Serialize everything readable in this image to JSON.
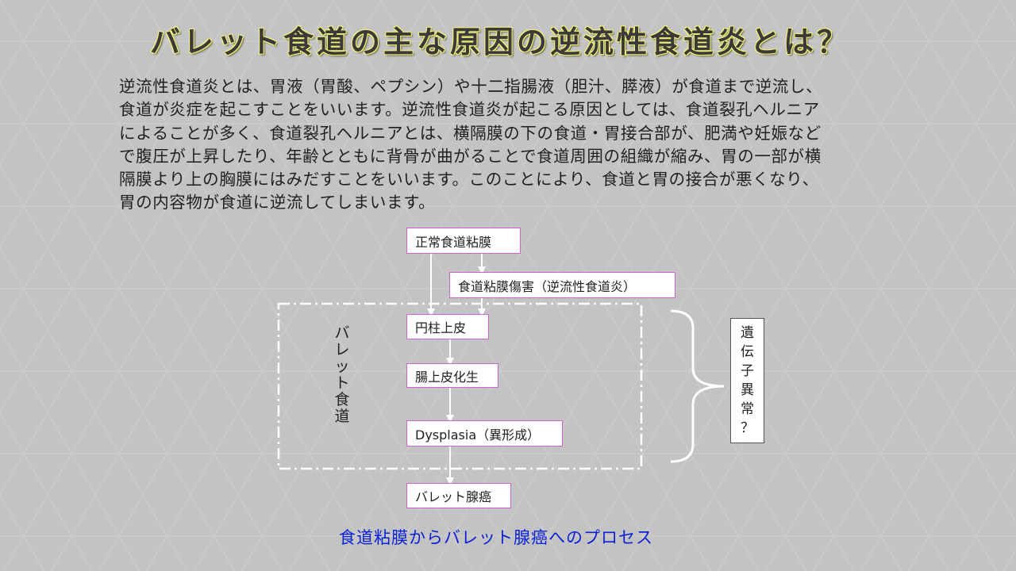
{
  "title": "バレット食道の主な原因の逆流性食道炎とは？",
  "paragraph_lines": [
    "逆流性食道炎とは、胃液（胃酸、ペプシン）や十二指腸液（胆汁、膵液）が食道まで逆流し、",
    "食道が炎症を起こすことをいいます。逆流性食道炎が起こる原因としては、食道裂孔ヘルニア",
    "によることが多く、食道裂孔ヘルニアとは、横隔膜の下の食道・胃接合部が、肥満や妊娠など",
    "で腹圧が上昇したり、年齢とともに背骨が曲がることで食道周囲の組織が縮み、胃の一部が横",
    "隔膜より上の胸膜にはみだすことをいいます。このことにより、食道と胃の接合が悪くなり、",
    "胃の内容物が食道に逆流してしまいます。"
  ],
  "diagram": {
    "nodes": {
      "normal_mucosa": "正常食道粘膜",
      "mucosal_injury": "食道粘膜傷害（逆流性食道炎）",
      "columnar_epithelium": "円柱上皮",
      "intestinal_metaplasia": "腸上皮化生",
      "dysplasia": "Dysplasia（異形成）",
      "adenocarcinoma": "バレット腺癌"
    },
    "barrett_label": [
      "バ",
      "レ",
      "ッ",
      "ト",
      "食",
      "道"
    ],
    "gene_label": [
      "遺",
      "伝",
      "子",
      "異",
      "常",
      "？"
    ]
  },
  "caption": "食道粘膜からバレット腺癌へのプロセス",
  "colors": {
    "background": "#c3c3c3",
    "title_glow": "#f3f37a",
    "box_border": "#cc66cc",
    "caption": "#0a1fd6",
    "connector": "#ffffff"
  }
}
